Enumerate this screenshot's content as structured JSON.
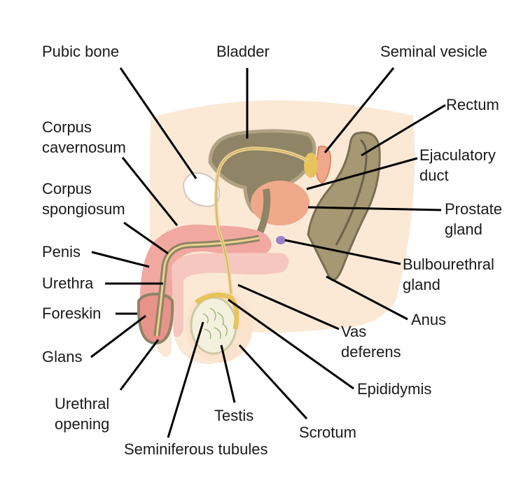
{
  "labels": {
    "pubic_bone": "Pubic bone",
    "bladder": "Bladder",
    "seminal_vesicle": "Seminal vesicle",
    "rectum": "Rectum",
    "corpus_cavernosum_1": "Corpus",
    "corpus_cavernosum_2": "cavernosum",
    "ejaculatory_duct_1": "Ejaculatory",
    "ejaculatory_duct_2": "duct",
    "corpus_spongiosum_1": "Corpus",
    "corpus_spongiosum_2": "spongiosum",
    "prostate_gland_1": "Prostate",
    "prostate_gland_2": "gland",
    "penis": "Penis",
    "bulbourethral_gland_1": "Bulbourethral",
    "bulbourethral_gland_2": "gland",
    "urethra": "Urethra",
    "foreskin": "Foreskin",
    "anus": "Anus",
    "vas_deferens_1": "Vas",
    "vas_deferens_2": "deferens",
    "glans": "Glans",
    "epididymis": "Epididymis",
    "urethral_opening_1": "Urethral",
    "urethral_opening_2": "opening",
    "testis": "Testis",
    "scrotum": "Scrotum",
    "seminiferous_tubules": "Seminiferous tubules"
  },
  "colors": {
    "body_skin": "#fbe9d6",
    "penis_tissue": "#f0a8a0",
    "spongiosum": "#f5c7bf",
    "organ_olive": "#8f8466",
    "organ_light": "#b0a283",
    "duct_tan": "#ead28f",
    "prostate": "#f0a88a",
    "bulbourethral": "#9d7fc7",
    "testis_fill": "#f3f1dd",
    "leader_line": "#000000"
  }
}
